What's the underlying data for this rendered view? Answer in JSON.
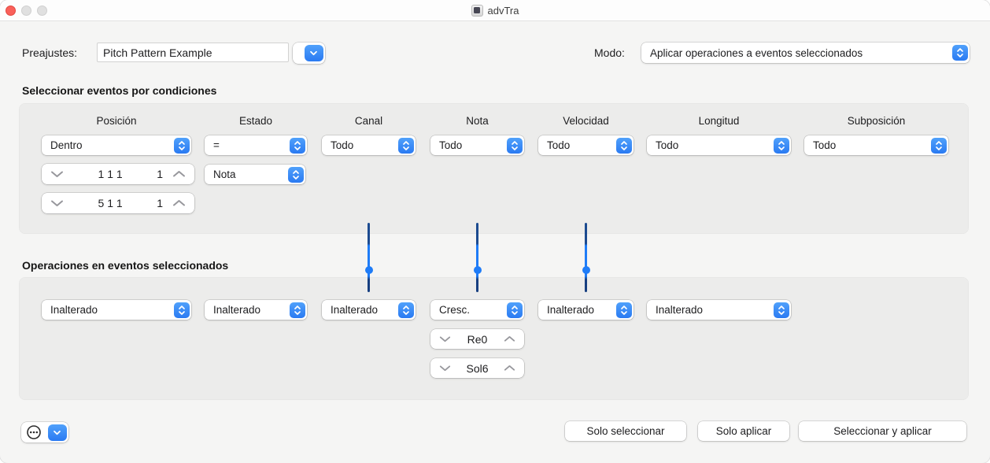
{
  "window": {
    "title": "advTra"
  },
  "colors": {
    "accent": "#2e7ef7",
    "connector_bright": "#1f7cf7",
    "connector_dark": "#1c4b90",
    "panel": "#ececeb"
  },
  "presets": {
    "label": "Preajustes:",
    "value": "Pitch Pattern Example"
  },
  "mode": {
    "label": "Modo:",
    "value": "Aplicar operaciones a eventos seleccionados"
  },
  "conditions": {
    "title": "Seleccionar eventos por condiciones",
    "columns": [
      {
        "header": "Posición",
        "value": "Dentro"
      },
      {
        "header": "Estado",
        "value": "="
      },
      {
        "header": "Canal",
        "value": "Todo"
      },
      {
        "header": "Nota",
        "value": "Todo"
      },
      {
        "header": "Velocidad",
        "value": "Todo"
      },
      {
        "header": "Longitud",
        "value": "Todo"
      },
      {
        "header": "Subposición",
        "value": "Todo"
      }
    ],
    "estado_type": "Nota",
    "position_from": {
      "bars": "1 1 1",
      "sub": "1"
    },
    "position_to": {
      "bars": "5 1 1",
      "sub": "1"
    }
  },
  "operations": {
    "title": "Operaciones en eventos seleccionados",
    "values": [
      "Inalterado",
      "Inalterado",
      "Inalterado",
      "Cresc.",
      "Inalterado",
      "Inalterado"
    ],
    "cresc_from": "Re0",
    "cresc_to": "Sol6"
  },
  "footer": {
    "buttons": [
      "Solo seleccionar",
      "Solo aplicar",
      "Seleccionar y aplicar"
    ]
  }
}
